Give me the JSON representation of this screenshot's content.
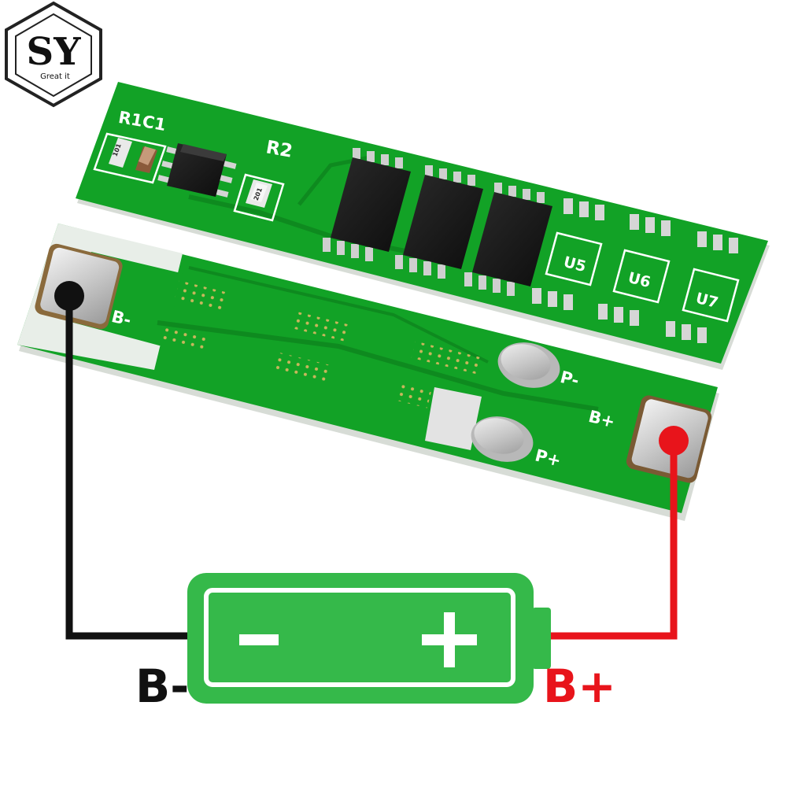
{
  "logo": {
    "text": "SY",
    "tagline": "Great it"
  },
  "pcb_top": {
    "labels": {
      "r1c1": "R1C1",
      "r2": "R2",
      "resistor_101": "101",
      "resistor_201": "201",
      "u5": "U5",
      "u6": "U6",
      "u7": "U7"
    }
  },
  "pcb_bottom": {
    "labels": {
      "b_minus": "B-",
      "p_minus": "P-",
      "p_plus": "P+",
      "b_plus": "B+"
    }
  },
  "battery": {
    "minus_symbol": "-",
    "plus_symbol": "+"
  },
  "captions": {
    "b_minus": "B-",
    "b_plus": "B+"
  },
  "colors": {
    "pcb_green": "#11a024",
    "battery_green": "#35b94a",
    "wire_negative": "#111111",
    "wire_positive": "#e8141b"
  }
}
